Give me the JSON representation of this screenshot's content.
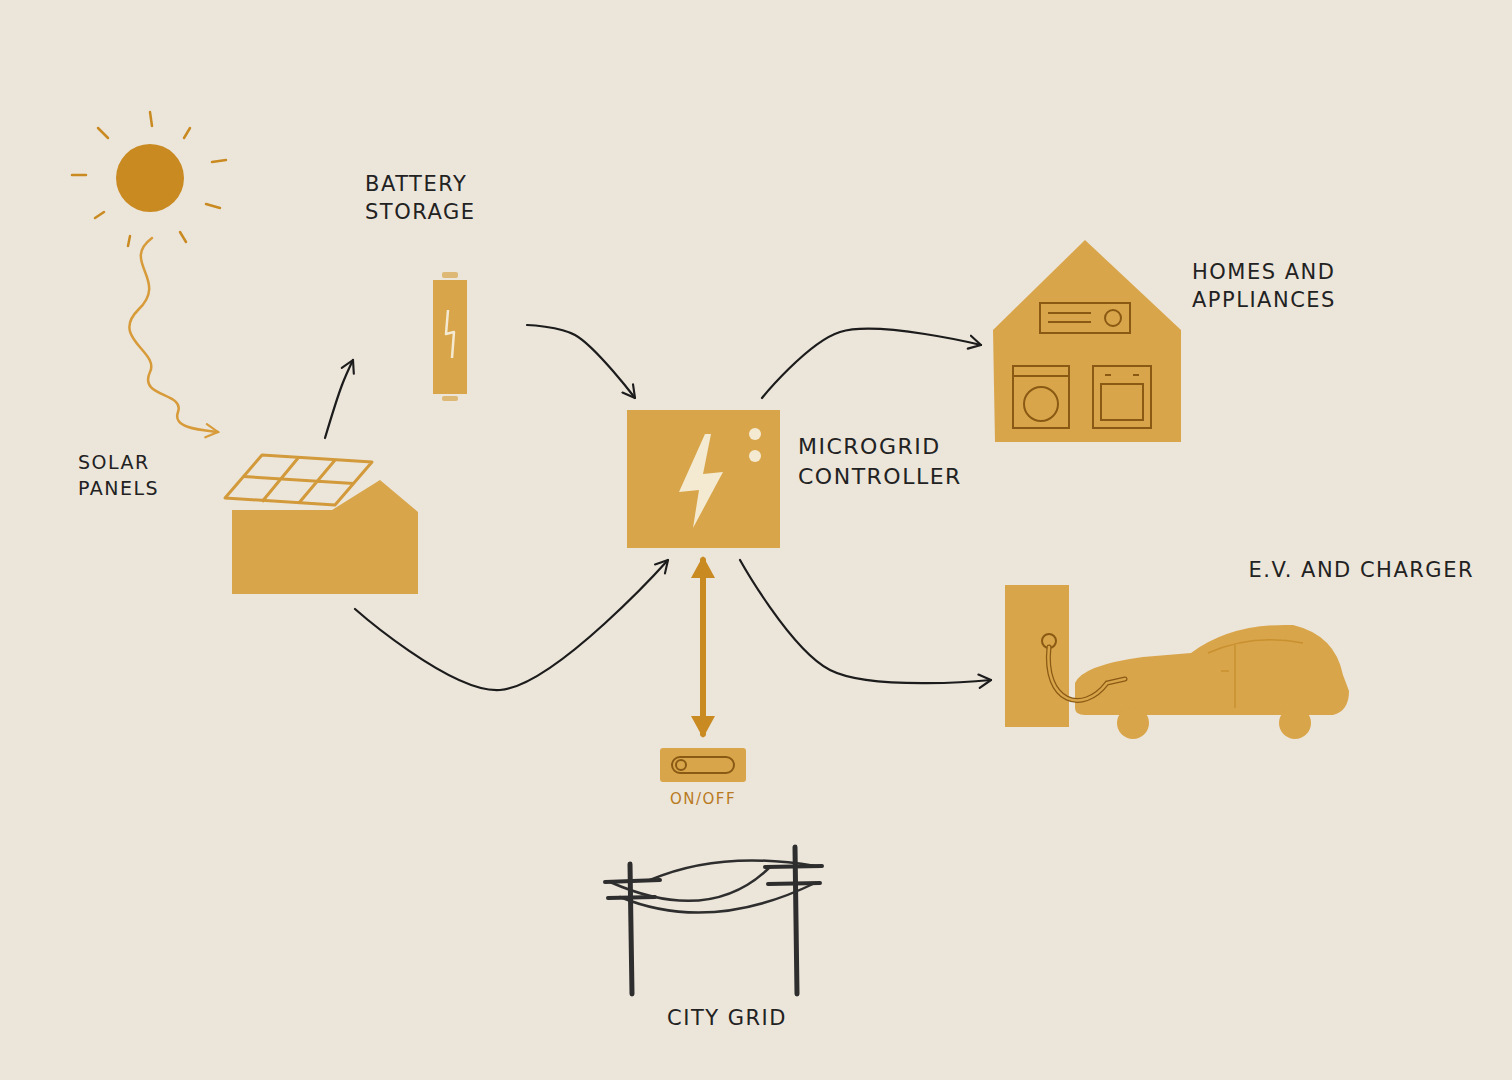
{
  "diagram": {
    "nodes": [
      {
        "text": [
          "SOLAR PANELS"
        ]
      },
      {
        "text": [
          "BATTERY STORAGE"
        ]
      },
      {
        "text": [
          "MICROGRID CONTROLLER"
        ]
      },
      {
        "text": [
          "HOMES AND APPLIANCES"
        ]
      },
      {
        "text": [
          "E.V. AND CHARGER"
        ]
      },
      {
        "text": [
          "ON/OFF"
        ]
      },
      {
        "text": [
          "CITY GRID"
        ]
      }
    ],
    "edges": [
      {
        "from": 0,
        "to": 1,
        "arrow": "to"
      },
      {
        "from": 1,
        "to": 2,
        "arrow": "to"
      },
      {
        "from": 0,
        "to": 2,
        "arrow": "to"
      },
      {
        "from": 2,
        "to": 3,
        "arrow": "to"
      },
      {
        "from": 2,
        "to": 4,
        "arrow": "to"
      },
      {
        "from": 2,
        "to": 5,
        "arrow": "both"
      }
    ]
  }
}
